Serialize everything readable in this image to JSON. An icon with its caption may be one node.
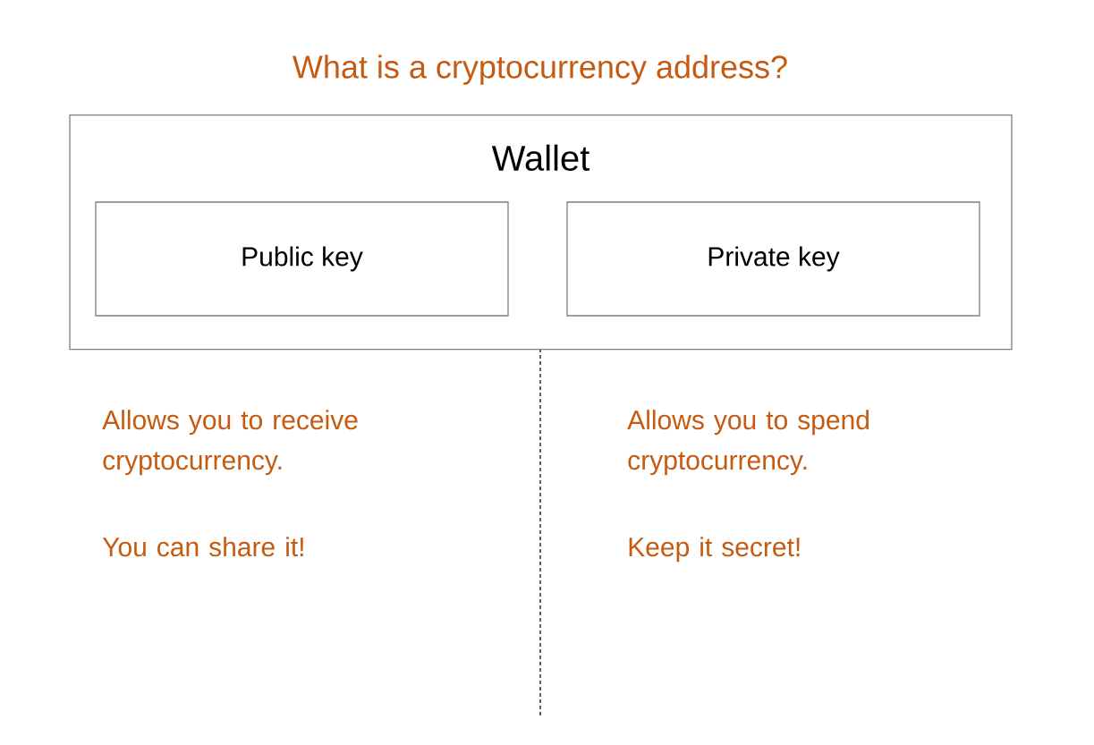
{
  "diagram": {
    "title": "What is a cryptocurrency address?",
    "nodes": [
      {
        "text": [
          "Wallet"
        ]
      },
      {
        "text": [
          "Public key"
        ],
        "in": 0
      },
      {
        "text": [
          "Private key"
        ],
        "in": 0
      }
    ],
    "labels": [
      "Allows you to receive cryptocurrency.",
      "You can share it!",
      "Allows you to spend cryptocurrency.",
      "Keep it secret!"
    ]
  }
}
